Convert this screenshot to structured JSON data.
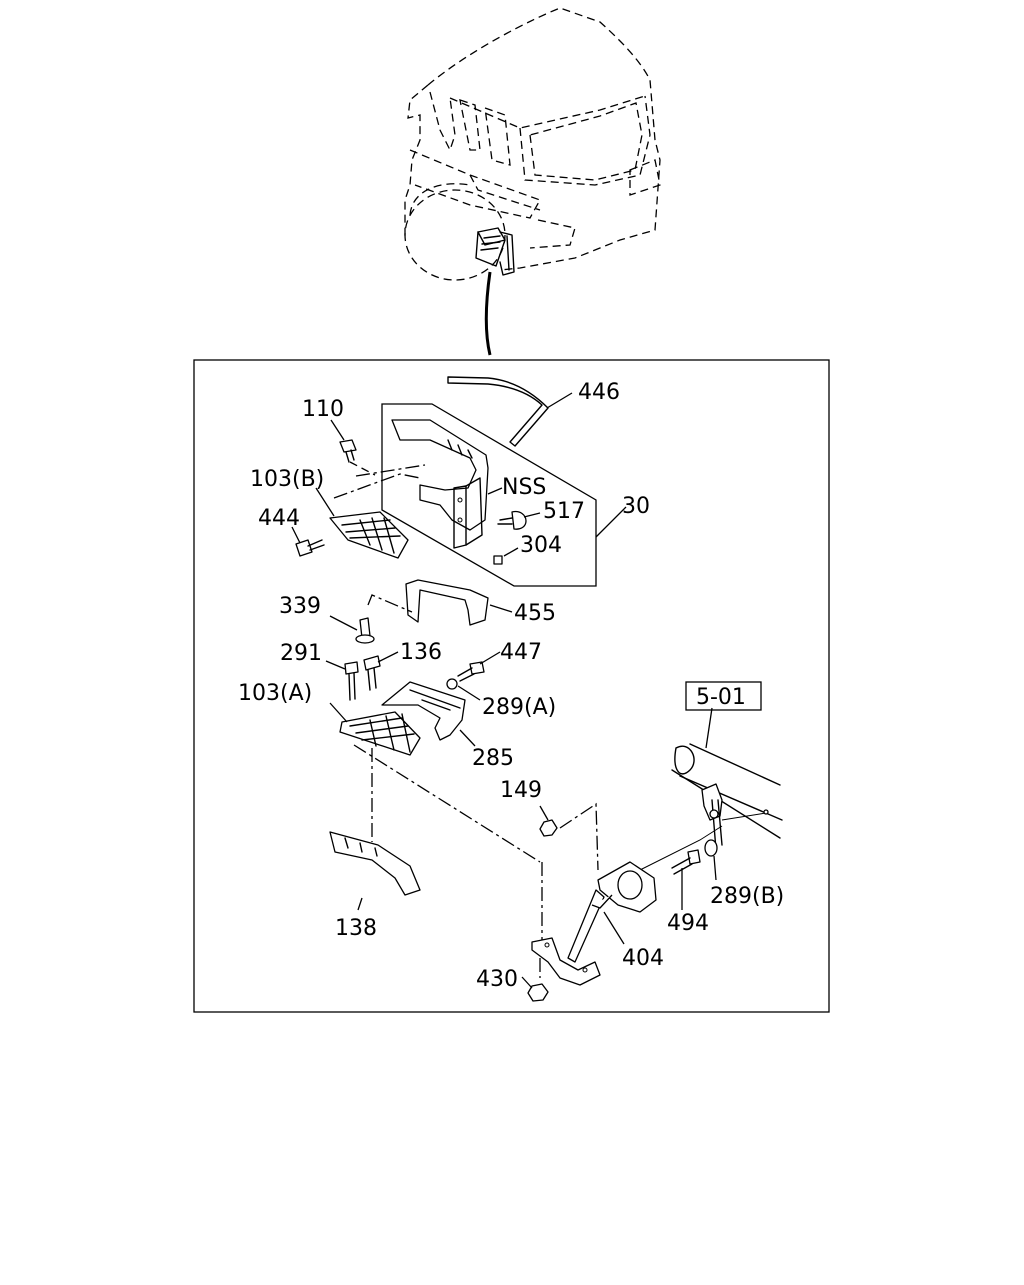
{
  "callouts": [
    {
      "id": "446",
      "text": "446"
    },
    {
      "id": "110",
      "text": "110"
    },
    {
      "id": "103b",
      "text": "103(B)"
    },
    {
      "id": "nss",
      "text": "NSS"
    },
    {
      "id": "517",
      "text": "517"
    },
    {
      "id": "30",
      "text": "30"
    },
    {
      "id": "444",
      "text": "444"
    },
    {
      "id": "304",
      "text": "304"
    },
    {
      "id": "339",
      "text": "339"
    },
    {
      "id": "455",
      "text": "455"
    },
    {
      "id": "291",
      "text": "291"
    },
    {
      "id": "136",
      "text": "136"
    },
    {
      "id": "447",
      "text": "447"
    },
    {
      "id": "103a",
      "text": "103(A)"
    },
    {
      "id": "289a",
      "text": "289(A)"
    },
    {
      "id": "501",
      "text": "5-01"
    },
    {
      "id": "285",
      "text": "285"
    },
    {
      "id": "149",
      "text": "149"
    },
    {
      "id": "289b",
      "text": "289(B)"
    },
    {
      "id": "494",
      "text": "494"
    },
    {
      "id": "138",
      "text": "138"
    },
    {
      "id": "404",
      "text": "404"
    },
    {
      "id": "430",
      "text": "430"
    }
  ]
}
